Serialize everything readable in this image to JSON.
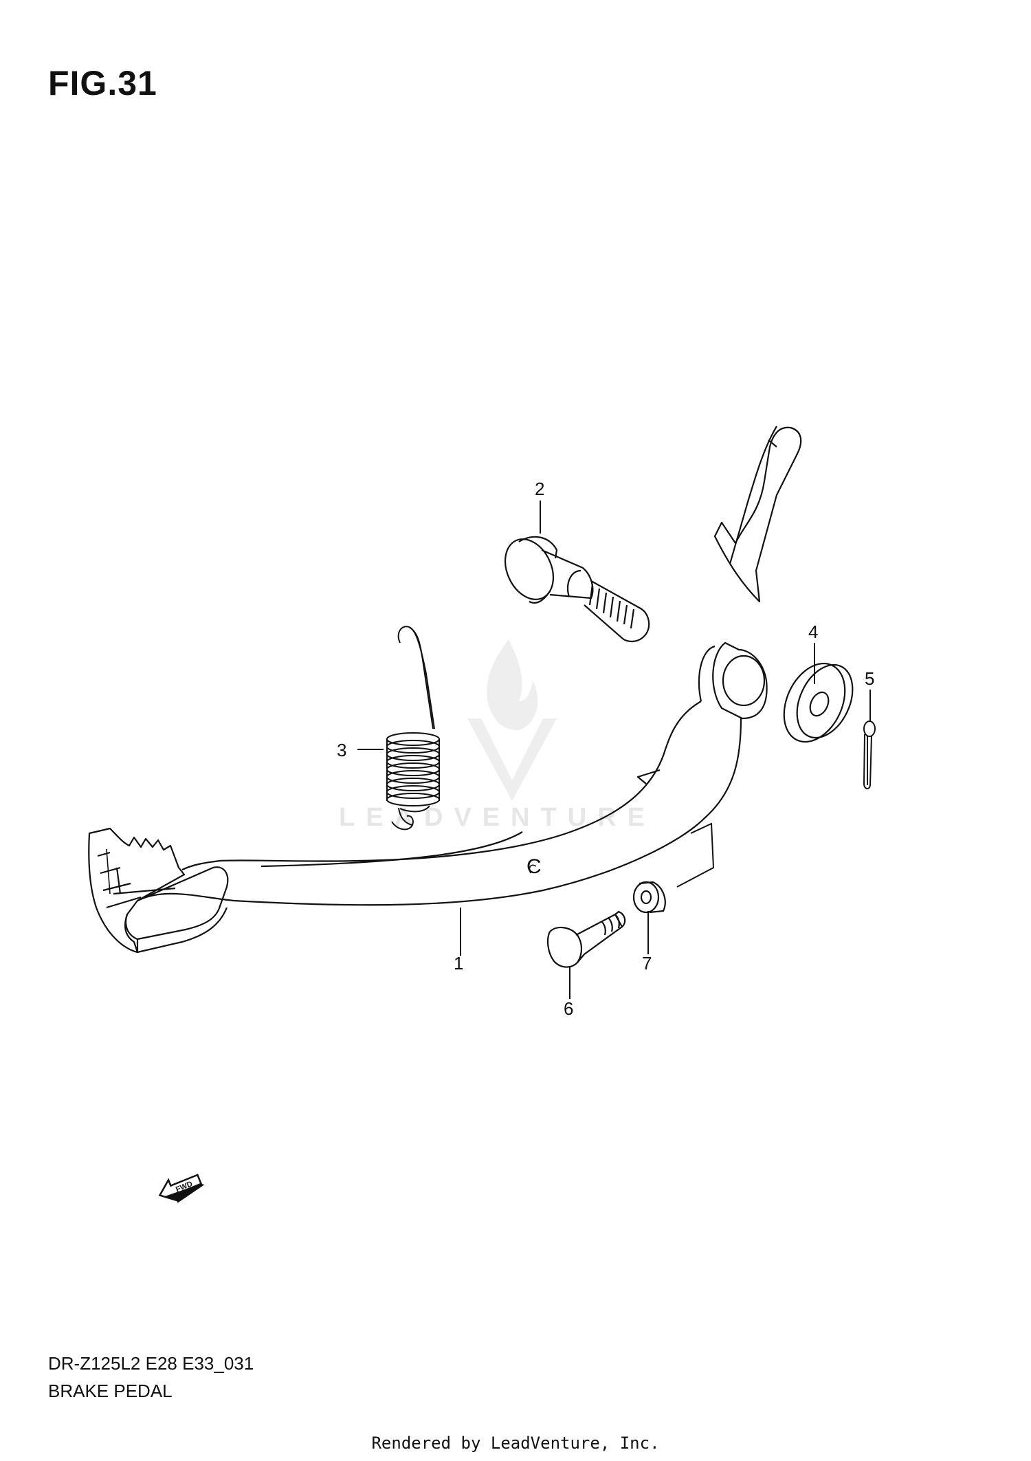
{
  "figure": {
    "title": "FIG.31"
  },
  "callouts": [
    {
      "id": "1",
      "label": "1"
    },
    {
      "id": "2",
      "label": "2"
    },
    {
      "id": "3",
      "label": "3"
    },
    {
      "id": "4",
      "label": "4"
    },
    {
      "id": "5",
      "label": "5"
    },
    {
      "id": "6",
      "label": "6"
    },
    {
      "id": "7",
      "label": "7"
    }
  ],
  "fwd_arrow": {
    "label": "FWD",
    "icon": "forward-arrow-icon"
  },
  "watermark": {
    "text": "LEADVENTURE",
    "icon": "leadventure-flame-logo"
  },
  "footer": {
    "model_code": "DR-Z125L2 E28 E33_031",
    "part_name": "BRAKE PEDAL",
    "credit": "Rendered by LeadVenture, Inc."
  }
}
